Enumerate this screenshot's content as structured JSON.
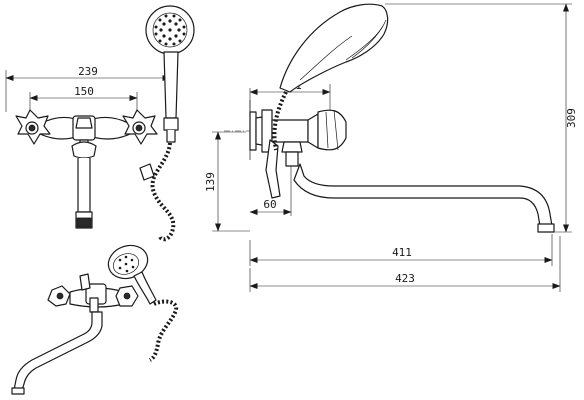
{
  "dimensions": {
    "front_overall_width": "239",
    "front_center_distance": "150",
    "side_body_width": "121",
    "side_height": "309",
    "side_wall_height": "139",
    "side_wall_offset": "60",
    "spout_reach": "411",
    "overall_length": "423"
  }
}
